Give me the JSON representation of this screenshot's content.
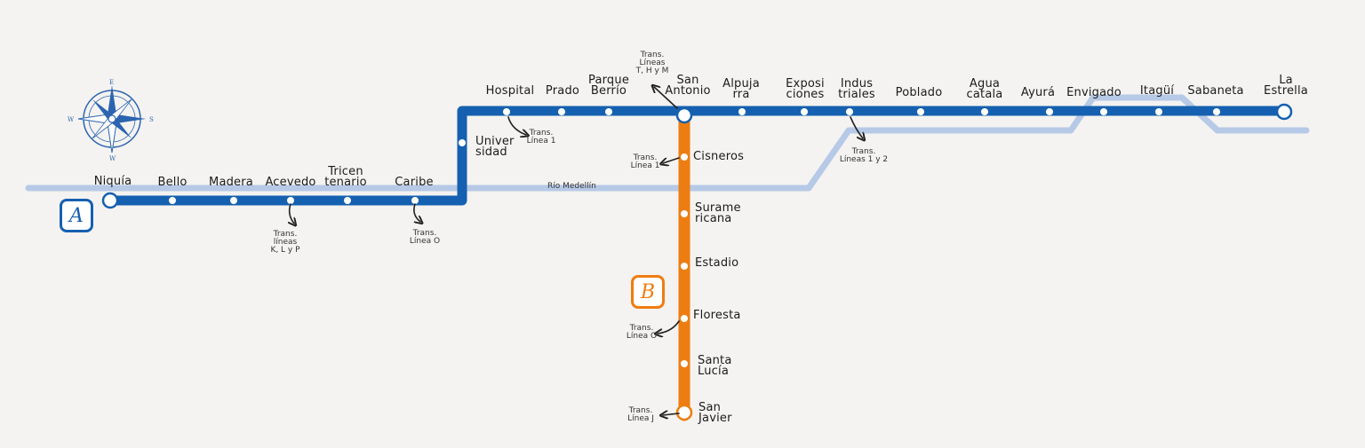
{
  "colors": {
    "line_a": "#1560b0",
    "line_b": "#ee7d11",
    "river": "#b6c9e6",
    "compass": "#2c64b0"
  },
  "badges": {
    "line_a": "A",
    "line_b": "B"
  },
  "compass": {
    "n": "E",
    "w": "W",
    "s": "S",
    "e": "W"
  },
  "river_label": "Río Medellín",
  "line_a_stations": [
    {
      "id": "niquia",
      "label": "Niquía"
    },
    {
      "id": "bello",
      "label": "Bello"
    },
    {
      "id": "madera",
      "label": "Madera"
    },
    {
      "id": "acevedo",
      "label": "Acevedo"
    },
    {
      "id": "tricentenario",
      "label": "Tricen\ntenario"
    },
    {
      "id": "caribe",
      "label": "Caribe"
    },
    {
      "id": "universidad",
      "label": "Univer\nsidad"
    },
    {
      "id": "hospital",
      "label": "Hospital"
    },
    {
      "id": "prado",
      "label": "Prado"
    },
    {
      "id": "parque-berrio",
      "label": "Parque\nBerrío"
    },
    {
      "id": "san-antonio",
      "label": "San\nAntonio"
    },
    {
      "id": "alpujarra",
      "label": "Alpuja\nrra"
    },
    {
      "id": "exposiciones",
      "label": "Exposi\nciones"
    },
    {
      "id": "industriales",
      "label": "Indus\ntriales"
    },
    {
      "id": "poblado",
      "label": "Poblado"
    },
    {
      "id": "aguacatala",
      "label": "Agua\ncatala"
    },
    {
      "id": "ayura",
      "label": "Ayurá"
    },
    {
      "id": "envigado",
      "label": "Envigado"
    },
    {
      "id": "itagui",
      "label": "Itagüí"
    },
    {
      "id": "sabaneta",
      "label": "Sabaneta"
    },
    {
      "id": "la-estrella",
      "label": "La\nEstrella"
    }
  ],
  "line_b_stations": [
    {
      "id": "cisneros",
      "label": "Cisneros"
    },
    {
      "id": "suramericana",
      "label": "Surame\nricana"
    },
    {
      "id": "estadio",
      "label": "Estadio"
    },
    {
      "id": "floresta",
      "label": "Floresta"
    },
    {
      "id": "santa-lucia",
      "label": "Santa\nLucía"
    },
    {
      "id": "san-javier",
      "label": "San\nJavier"
    }
  ],
  "transfers": [
    {
      "id": "acevedo",
      "text": "Trans.\nlíneas\nK, L y P"
    },
    {
      "id": "caribe",
      "text": "Trans.\nLínea O"
    },
    {
      "id": "hospital",
      "text": "Trans.\nLínea 1"
    },
    {
      "id": "san-antonio",
      "text": "Trans.\nLíneas\nT, H y M"
    },
    {
      "id": "industriales",
      "text": "Trans.\nLíneas 1 y 2"
    },
    {
      "id": "cisneros",
      "text": "Trans.\nLínea 1"
    },
    {
      "id": "floresta",
      "text": "Trans.\nLínea O"
    },
    {
      "id": "san-javier",
      "text": "Trans.\nLínea J"
    }
  ]
}
